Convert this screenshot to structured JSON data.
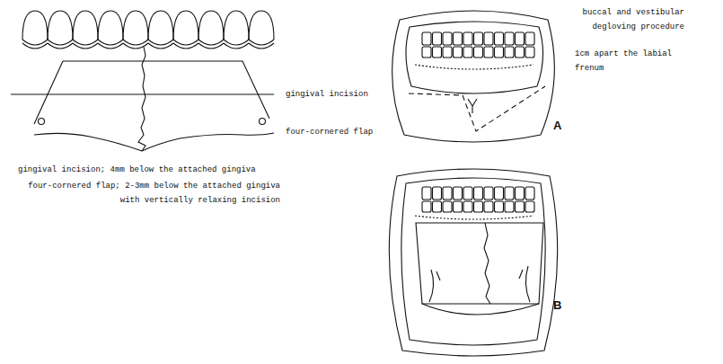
{
  "diagram": {
    "labels": [
      "buccal and vestibular degloving procedure",
      "1cm apart the labial frenum",
      "A",
      "gingival incision",
      "four-cornered flap",
      "B",
      "gingival incision; 4mm below the attached gingiva",
      "four-cornered flap; 2-3mm below the attached gingiva with vertically relaxing incision"
    ]
  }
}
